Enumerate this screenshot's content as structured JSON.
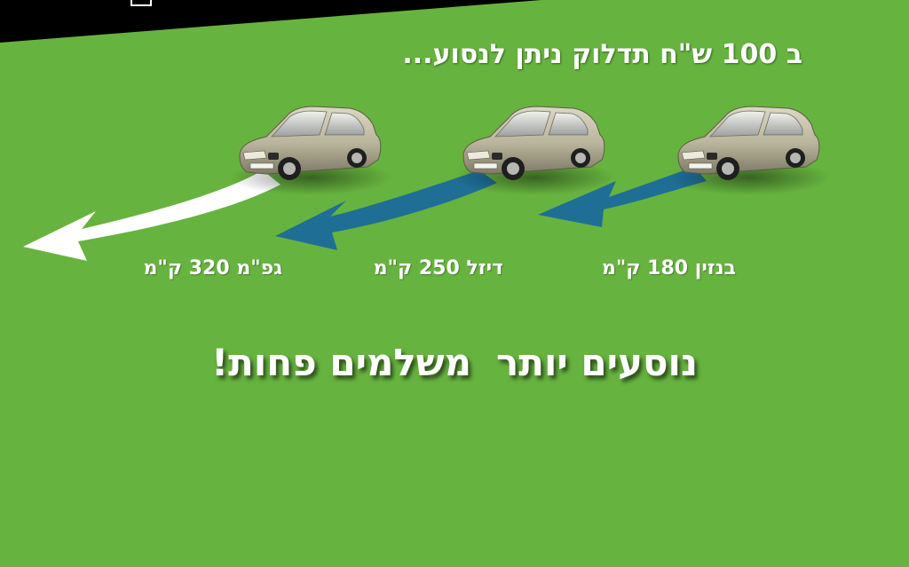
{
  "headline": "ב 100 ש\"ח תדלוק ניתן לנסוע...",
  "fuels": [
    {
      "label": "בנזין 180 ק\"מ",
      "arrow_color": "#1f6e96",
      "icon": "car-silver"
    },
    {
      "label": "דיזל 250 ק\"מ",
      "arrow_color": "#1f6e96",
      "icon": "car-silver"
    },
    {
      "label": "גפ\"מ 320 ק\"מ",
      "arrow_color": "#ffffff",
      "icon": "car-silver"
    }
  ],
  "slogan": {
    "part1": "נוסעים יותר",
    "part2": "משלמים פחות!"
  },
  "colors": {
    "background": "#67b33f",
    "top_bar": "#000000",
    "arrow_blue": "#1f6e96",
    "arrow_white": "#ffffff",
    "text": "#ffffff"
  }
}
